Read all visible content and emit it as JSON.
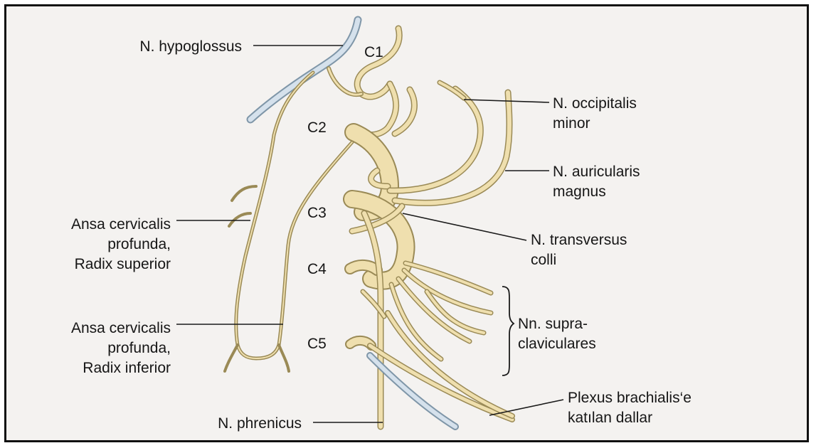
{
  "labels": {
    "hypoglossus": "N. hypoglossus",
    "c1": "C1",
    "c2": "C2",
    "c3": "C3",
    "c4": "C4",
    "c5": "C5",
    "occipitalis_1": "N. occipitalis",
    "occipitalis_2": "minor",
    "auricularis_1": "N. auricularis",
    "auricularis_2": "magnus",
    "transversus_1": "N. transversus",
    "transversus_2": "colli",
    "supra_1": "Nn. supra-",
    "supra_2": "claviculares",
    "brachialis_1": "Plexus brachialis‘e",
    "brachialis_2": "katılan dallar",
    "phrenicus": "N. phrenicus",
    "ansa_sup_1": "Ansa cervicalis",
    "ansa_sup_2": "profunda,",
    "ansa_sup_3": "Radix superior",
    "ansa_inf_1": "Ansa cervicalis",
    "ansa_inf_2": "profunda,",
    "ansa_inf_3": "Radix inferior"
  },
  "colors": {
    "nerve_fill": "#efdfae",
    "nerve_outline": "#9a8a56",
    "hypoglossus_fill": "#d5e1ec",
    "hypoglossus_outline": "#7f96a8",
    "background": "#f4f2f0"
  }
}
